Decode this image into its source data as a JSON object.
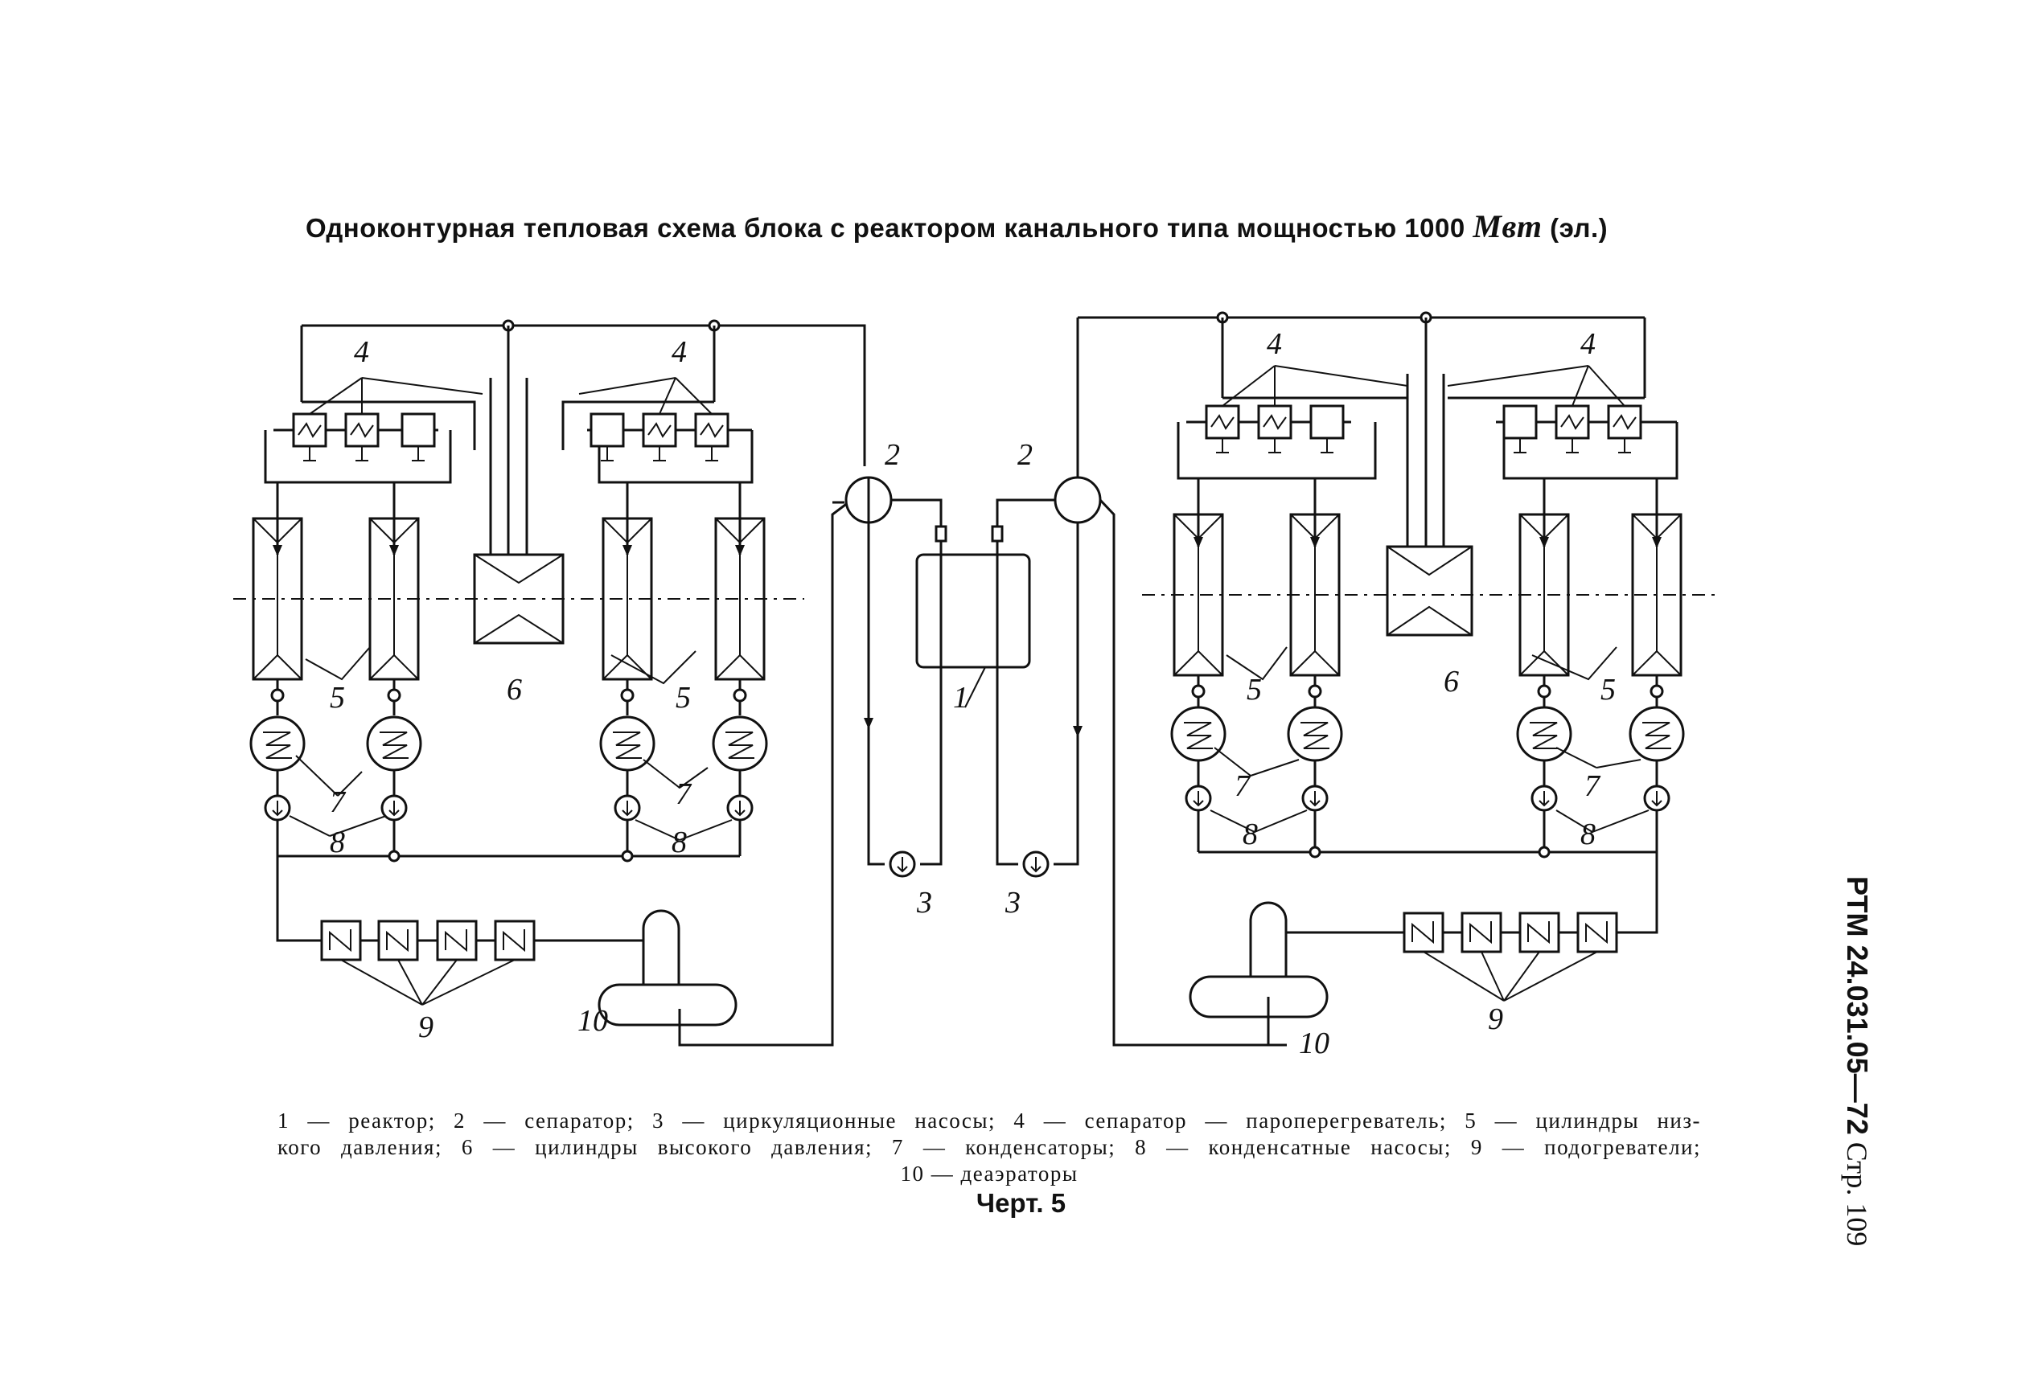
{
  "title": {
    "text": "Одноконтурная тепловая схема блока с реактором канального типа мощностью 1000",
    "unit": "Мвт",
    "suffix": "(эл.)"
  },
  "labels": {
    "reactor": "1",
    "separator": "2",
    "circulation_pumps": "3",
    "separator_superheater": "4",
    "lp_cylinders": "5",
    "hp_cylinder": "6",
    "condensers": "7",
    "condensate_pumps": "8",
    "heaters": "9",
    "deaerators": "10"
  },
  "caption": {
    "line1": "1 — реактор; 2 — сепаратор; 3 — циркуляционные насосы; 4 — сепаратор — пароперегреватель; 5 — цилиндры низ-",
    "line2": "кого давления; 6 — цилиндры высокого давления; 7 — конденсаторы; 8 — конденсатные насосы; 9 — подогреватели;",
    "line3": "10 — деаэраторы"
  },
  "figure_label": "Черт. 5",
  "side_text": {
    "code": "РТМ 24.031.05—72",
    "page": "Стр. 109"
  }
}
